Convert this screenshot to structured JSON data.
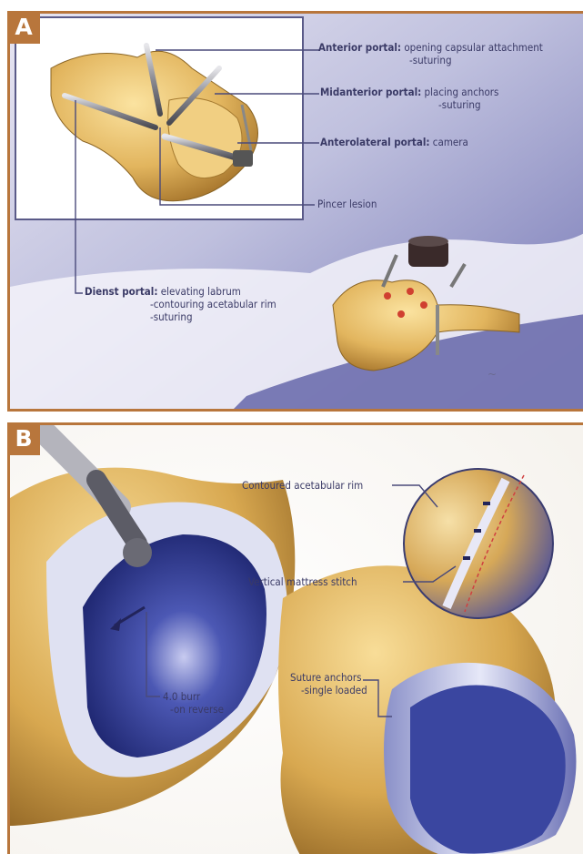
{
  "panel_a": {
    "tag": "A",
    "anterior": {
      "name": "Anterior portal",
      "sep": ":",
      "desc": " opening capsular attachment",
      "sub": "-suturing"
    },
    "midanterior": {
      "name": "Midanterior portal",
      "sep": ":",
      "desc": " placing anchors",
      "sub": "-suturing"
    },
    "anterolateral": {
      "name": "Anterolateral portal",
      "sep": ":",
      "desc": " camera"
    },
    "pincer": "Pincer lesion",
    "dienst": {
      "name": "Dienst portal",
      "sep": ":",
      "desc": " elevating labrum",
      "sub1": "-contouring acetabular rim",
      "sub2": "-suturing"
    }
  },
  "panel_b": {
    "tag": "B",
    "rim": "Contoured acetabular rim",
    "stitch": "Vertical mattress stitch",
    "anchors": "Suture anchors",
    "anchors_sub": "-single loaded",
    "burr": "4.0 burr",
    "burr_sub": "-on reverse"
  },
  "colors": {
    "border": "#b8763c",
    "bone": "#e6c070",
    "cartilage": "#2e3a8c",
    "label_text": "#3a3a66",
    "background": "#8a8cc4"
  }
}
